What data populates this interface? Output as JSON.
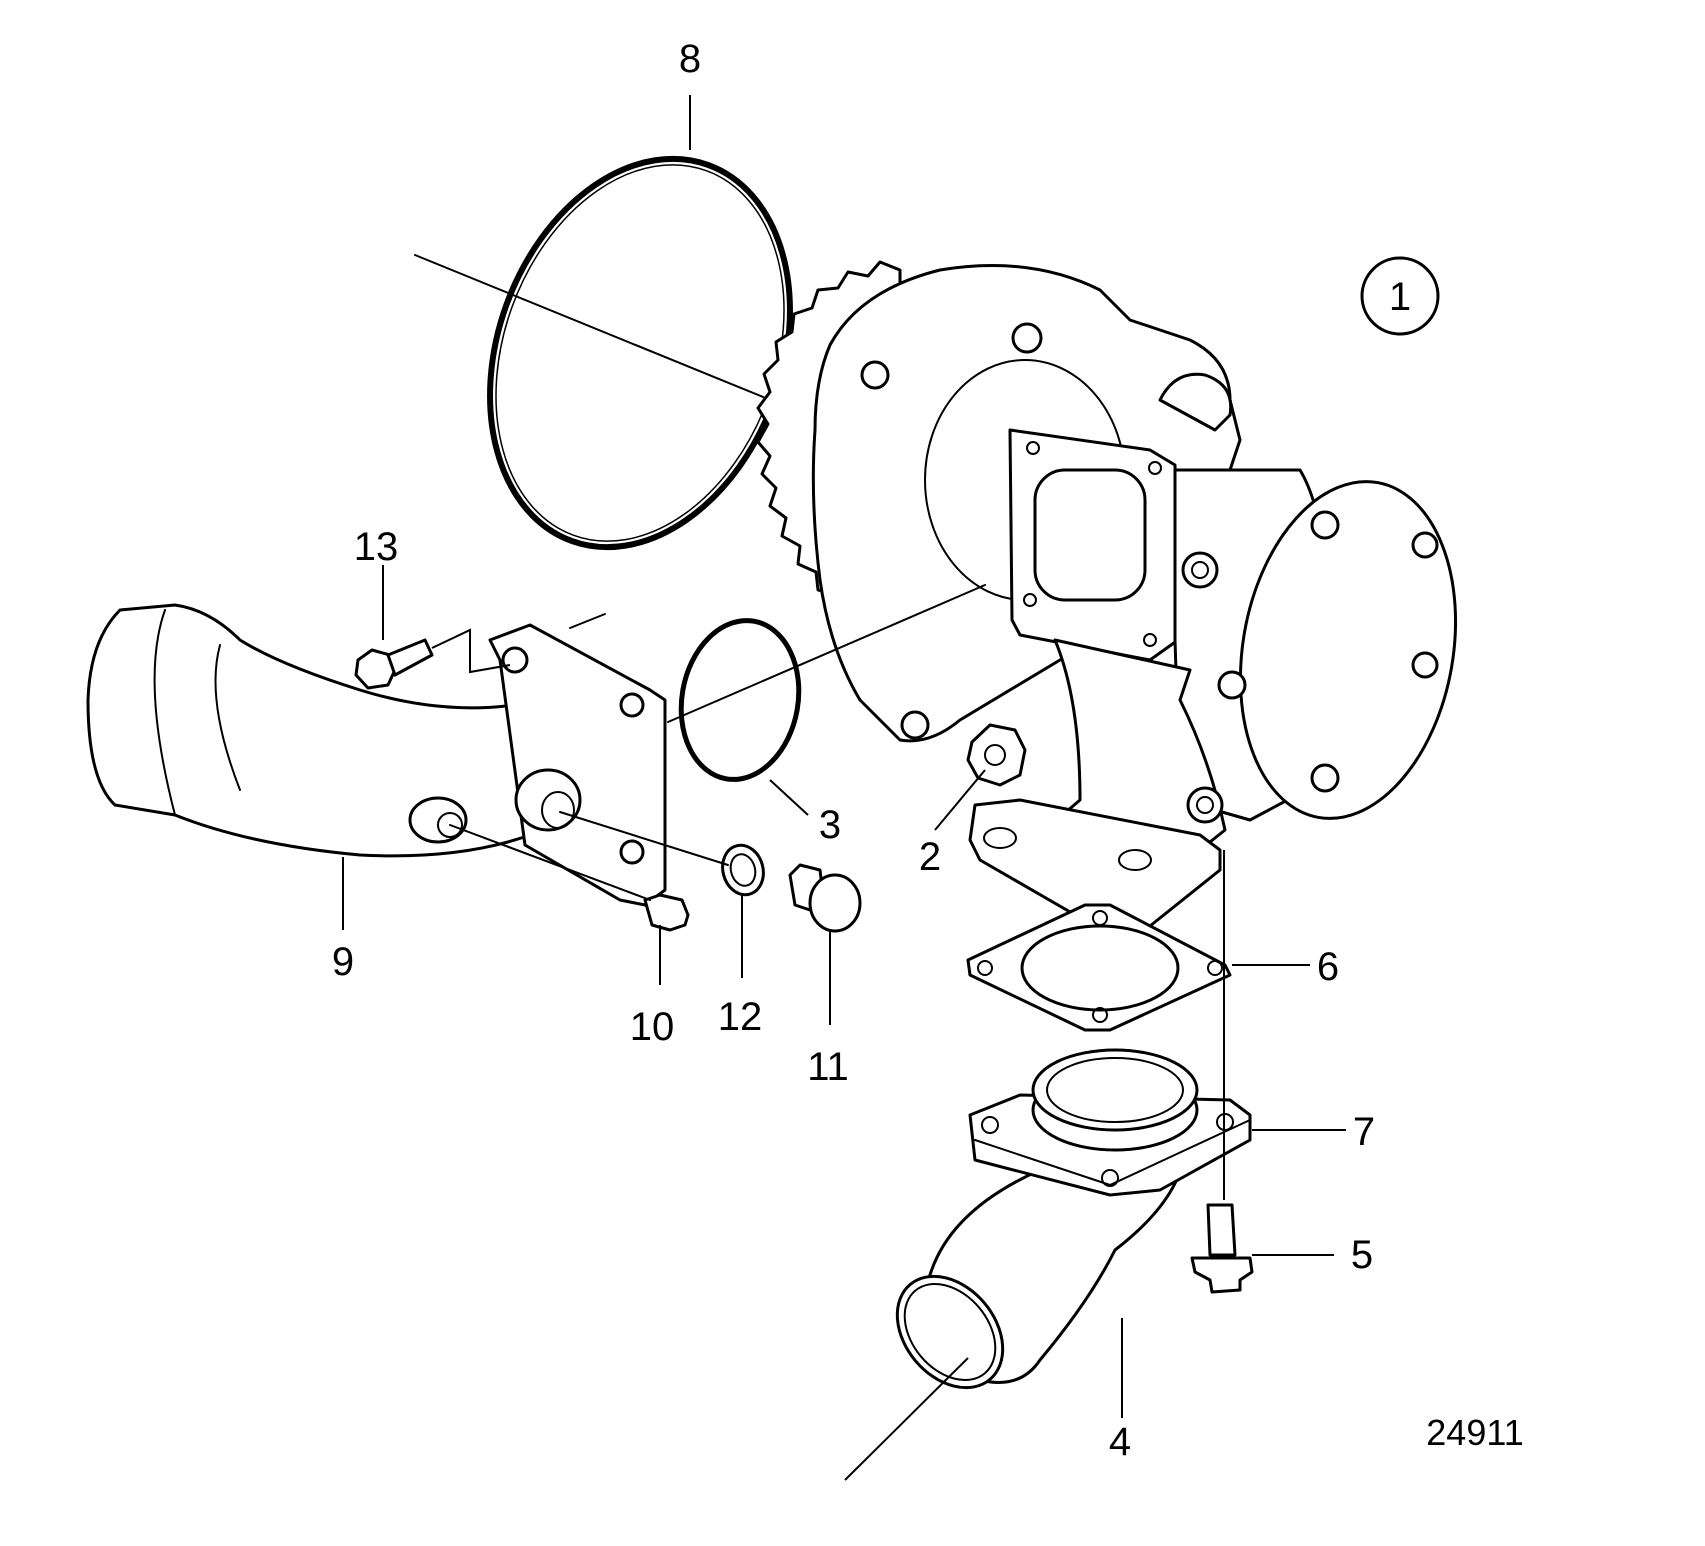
{
  "drawing_number": "24911",
  "assembly_badge": "1",
  "callouts": [
    {
      "id": "c8",
      "label": "8"
    },
    {
      "id": "c13",
      "label": "13"
    },
    {
      "id": "c9",
      "label": "9"
    },
    {
      "id": "c10",
      "label": "10"
    },
    {
      "id": "c12",
      "label": "12"
    },
    {
      "id": "c11",
      "label": "11"
    },
    {
      "id": "c3",
      "label": "3"
    },
    {
      "id": "c2",
      "label": "2"
    },
    {
      "id": "c6",
      "label": "6"
    },
    {
      "id": "c7",
      "label": "7"
    },
    {
      "id": "c5",
      "label": "5"
    },
    {
      "id": "c4",
      "label": "4"
    }
  ],
  "colors": {
    "line": "#000000",
    "background": "#ffffff"
  }
}
